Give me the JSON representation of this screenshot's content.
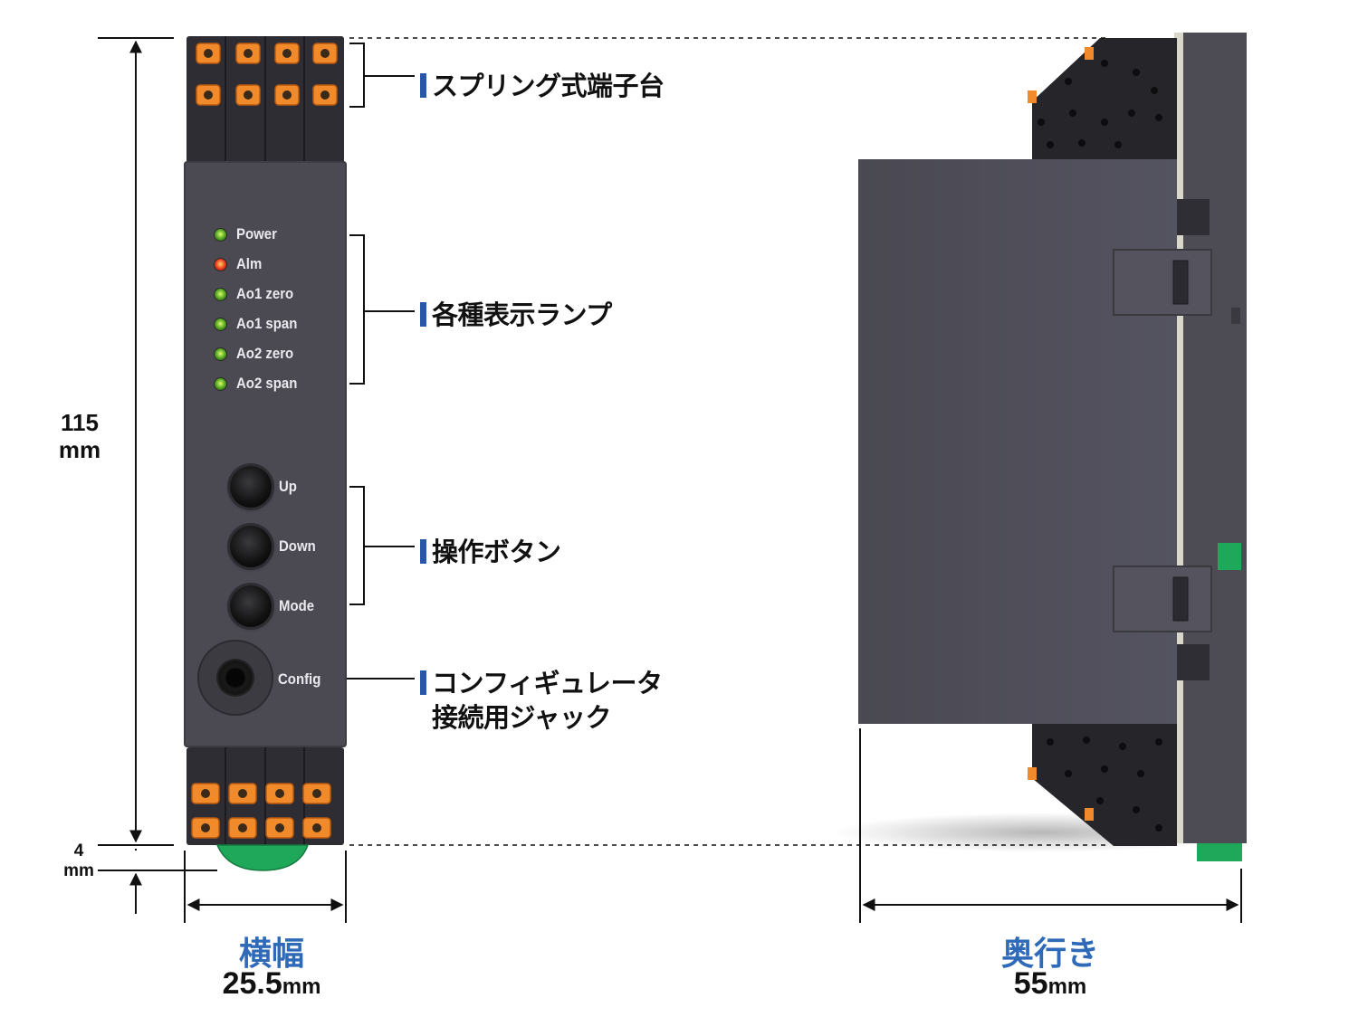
{
  "colors": {
    "accent_blue": "#2e6ab8",
    "callout_bar": "#2856a8",
    "module_body": "#4b4a52",
    "terminal_orange": "#f08a2a",
    "din_clip_green": "#1fa85a",
    "led_green": "#4fa020",
    "led_red": "#e8381c"
  },
  "front_panel": {
    "leds": [
      {
        "label": "Power",
        "color": "green"
      },
      {
        "label": "Alm",
        "color": "red"
      },
      {
        "label": "Ao1 zero",
        "color": "green"
      },
      {
        "label": "Ao1 span",
        "color": "green"
      },
      {
        "label": "Ao2 zero",
        "color": "green"
      },
      {
        "label": "Ao2 span",
        "color": "green"
      }
    ],
    "buttons": [
      {
        "label": "Up"
      },
      {
        "label": "Down"
      },
      {
        "label": "Mode"
      }
    ],
    "jack_label": "Config"
  },
  "callouts": [
    {
      "text": "スプリング式端子台"
    },
    {
      "text": "各種表示ランプ"
    },
    {
      "text": "操作ボタン"
    },
    {
      "text_line1": "コンフィギュレータ",
      "text_line2": "接続用ジャック"
    }
  ],
  "dimensions": {
    "height_value": "115",
    "height_unit": "mm",
    "clip_value": "4",
    "clip_unit": "mm",
    "width_title": "横幅",
    "width_value": "25.5",
    "width_unit": "mm",
    "depth_title": "奥行き",
    "depth_value": "55",
    "depth_unit": "mm"
  }
}
